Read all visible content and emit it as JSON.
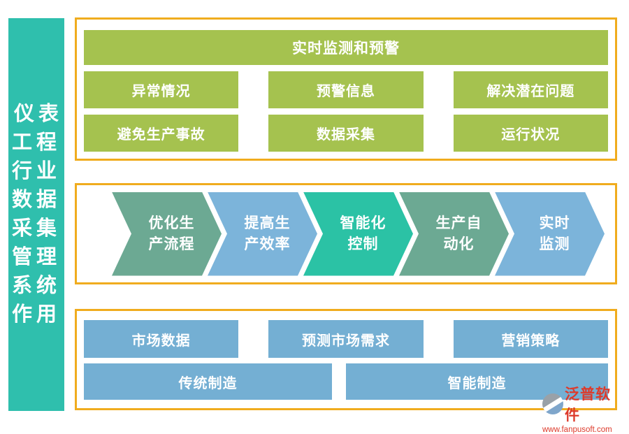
{
  "sidebar": {
    "title": "仪表\n工程\n行业\n数据\n采集\n管理\n系统\n作用"
  },
  "panels": {
    "monitoring": {
      "header": "实时监测和预警",
      "row1": [
        "异常情况",
        "预警信息",
        "解决潜在问题"
      ],
      "row2": [
        "避免生产事故",
        "数据采集",
        "运行状况"
      ]
    },
    "process": {
      "steps": [
        {
          "label": "优化生\n产流程",
          "color": "#6CA993"
        },
        {
          "label": "提高生\n产效率",
          "color": "#7CB4DA"
        },
        {
          "label": "智能化\n控制",
          "color": "#2BC2A5"
        },
        {
          "label": "生产自\n动化",
          "color": "#6CA993"
        },
        {
          "label": "实时\n监测",
          "color": "#7CB4DA"
        }
      ]
    },
    "market": {
      "row1": [
        "市场数据",
        "预测市场需求",
        "营销策略"
      ],
      "row2": [
        "传统制造",
        "智能制造"
      ]
    }
  },
  "logo": {
    "name": "泛普软件",
    "url": "www.fanpusoft.com"
  },
  "colors": {
    "sidebar_bg": "#2FBFAD",
    "panel_border": "#F0AC1E",
    "green_box": "#A5C24F",
    "blue_box": "#74AFD3",
    "step_green": "#6CA993",
    "step_blue": "#7CB4DA",
    "step_teal": "#2BC2A5",
    "logo_red": "#DD3A2B"
  }
}
